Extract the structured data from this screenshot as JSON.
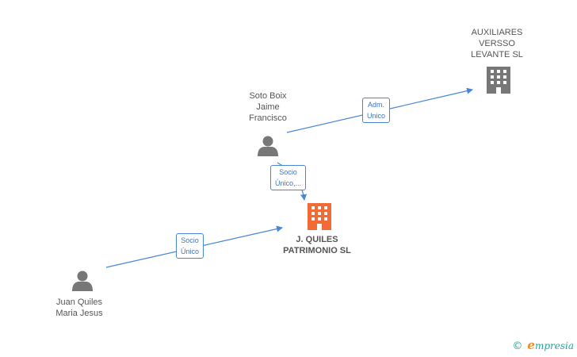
{
  "nodes": {
    "auxiliares": {
      "lines": [
        "AUXILIARES",
        "VERSSO",
        "LEVANTE SL"
      ],
      "type": "company"
    },
    "soto": {
      "lines": [
        "Soto Boix",
        "Jaime",
        "Francisco"
      ],
      "type": "person"
    },
    "jquiles": {
      "lines": [
        "J. QUILES",
        "PATRIMONIO SL"
      ],
      "type": "company-main"
    },
    "juan": {
      "lines": [
        "Juan Quiles",
        "Maria Jesus"
      ],
      "type": "person"
    }
  },
  "edges": {
    "soto_to_auxiliares": {
      "lines": [
        "Adm.",
        "Unico"
      ]
    },
    "soto_to_jquiles": {
      "lines": [
        "Socio",
        "Único,..."
      ]
    },
    "juan_to_jquiles": {
      "lines": [
        "Socio",
        "Único"
      ]
    }
  },
  "colors": {
    "edge": "#4a86d8",
    "person_icon": "#777777",
    "company_icon": "#777777",
    "main_company_icon": "#f26a35"
  },
  "brand": {
    "copyright": "©",
    "e": "e",
    "rest": "mpresia"
  }
}
